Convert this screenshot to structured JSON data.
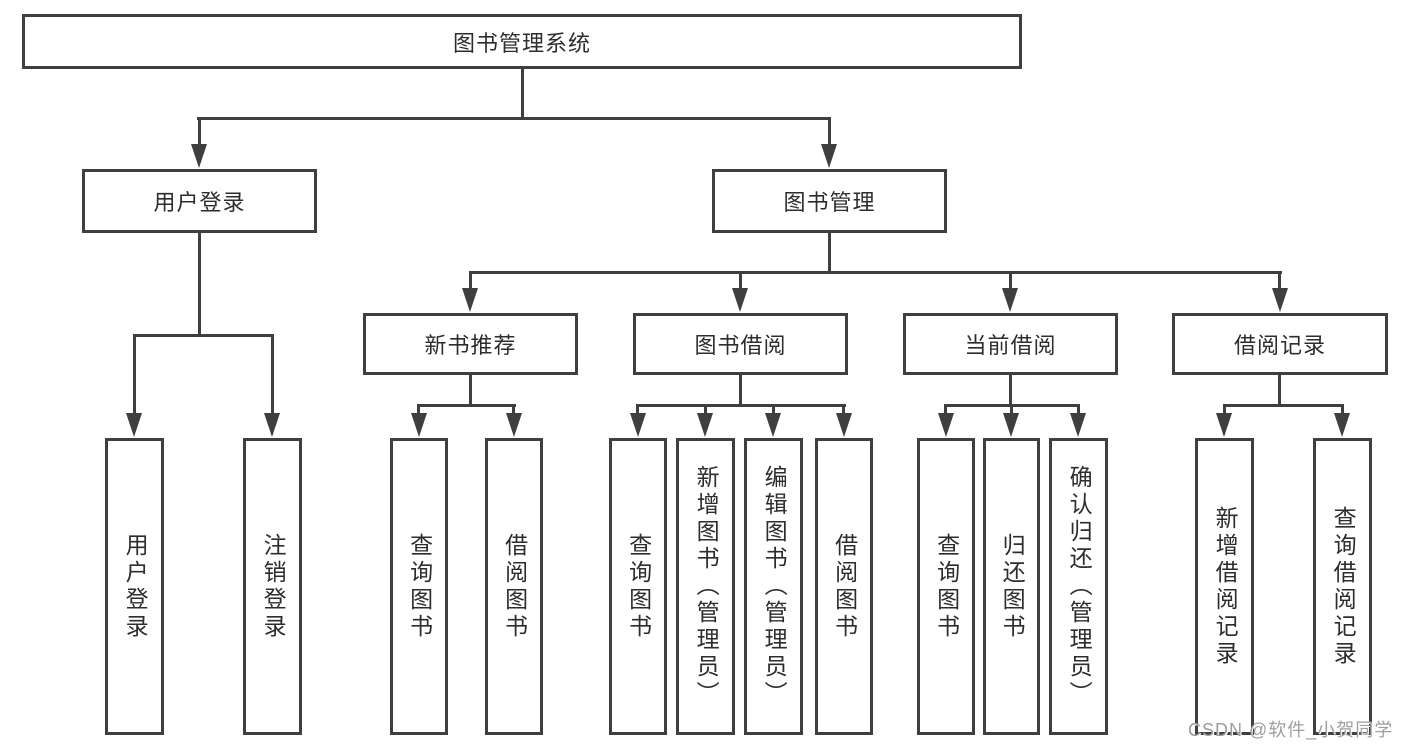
{
  "diagram": {
    "root": {
      "label": "图书管理系统"
    },
    "level2": [
      {
        "label": "用户登录"
      },
      {
        "label": "图书管理"
      }
    ],
    "level3": [
      {
        "label": "新书推荐"
      },
      {
        "label": "图书借阅"
      },
      {
        "label": "当前借阅"
      },
      {
        "label": "借阅记录"
      }
    ],
    "leaves": {
      "user_login": [
        "用户登录",
        "注销登录"
      ],
      "new_book_recommend": [
        "查询图书",
        "借阅图书"
      ],
      "book_borrow": [
        "查询图书",
        "新增图书（管理员）",
        "编辑图书（管理员）",
        "借阅图书"
      ],
      "current_borrow": [
        "查询图书",
        "归还图书",
        "确认归还（管理员）"
      ],
      "borrow_record": [
        "新增借阅记录",
        "查询借阅记录"
      ]
    }
  },
  "watermark": {
    "text": "CSDN @软件_小贺同学"
  },
  "colors": {
    "line": "#3f3f3f",
    "text": "#2d2d2d",
    "watermark": "#9e9e9e",
    "background": "#ffffff"
  }
}
